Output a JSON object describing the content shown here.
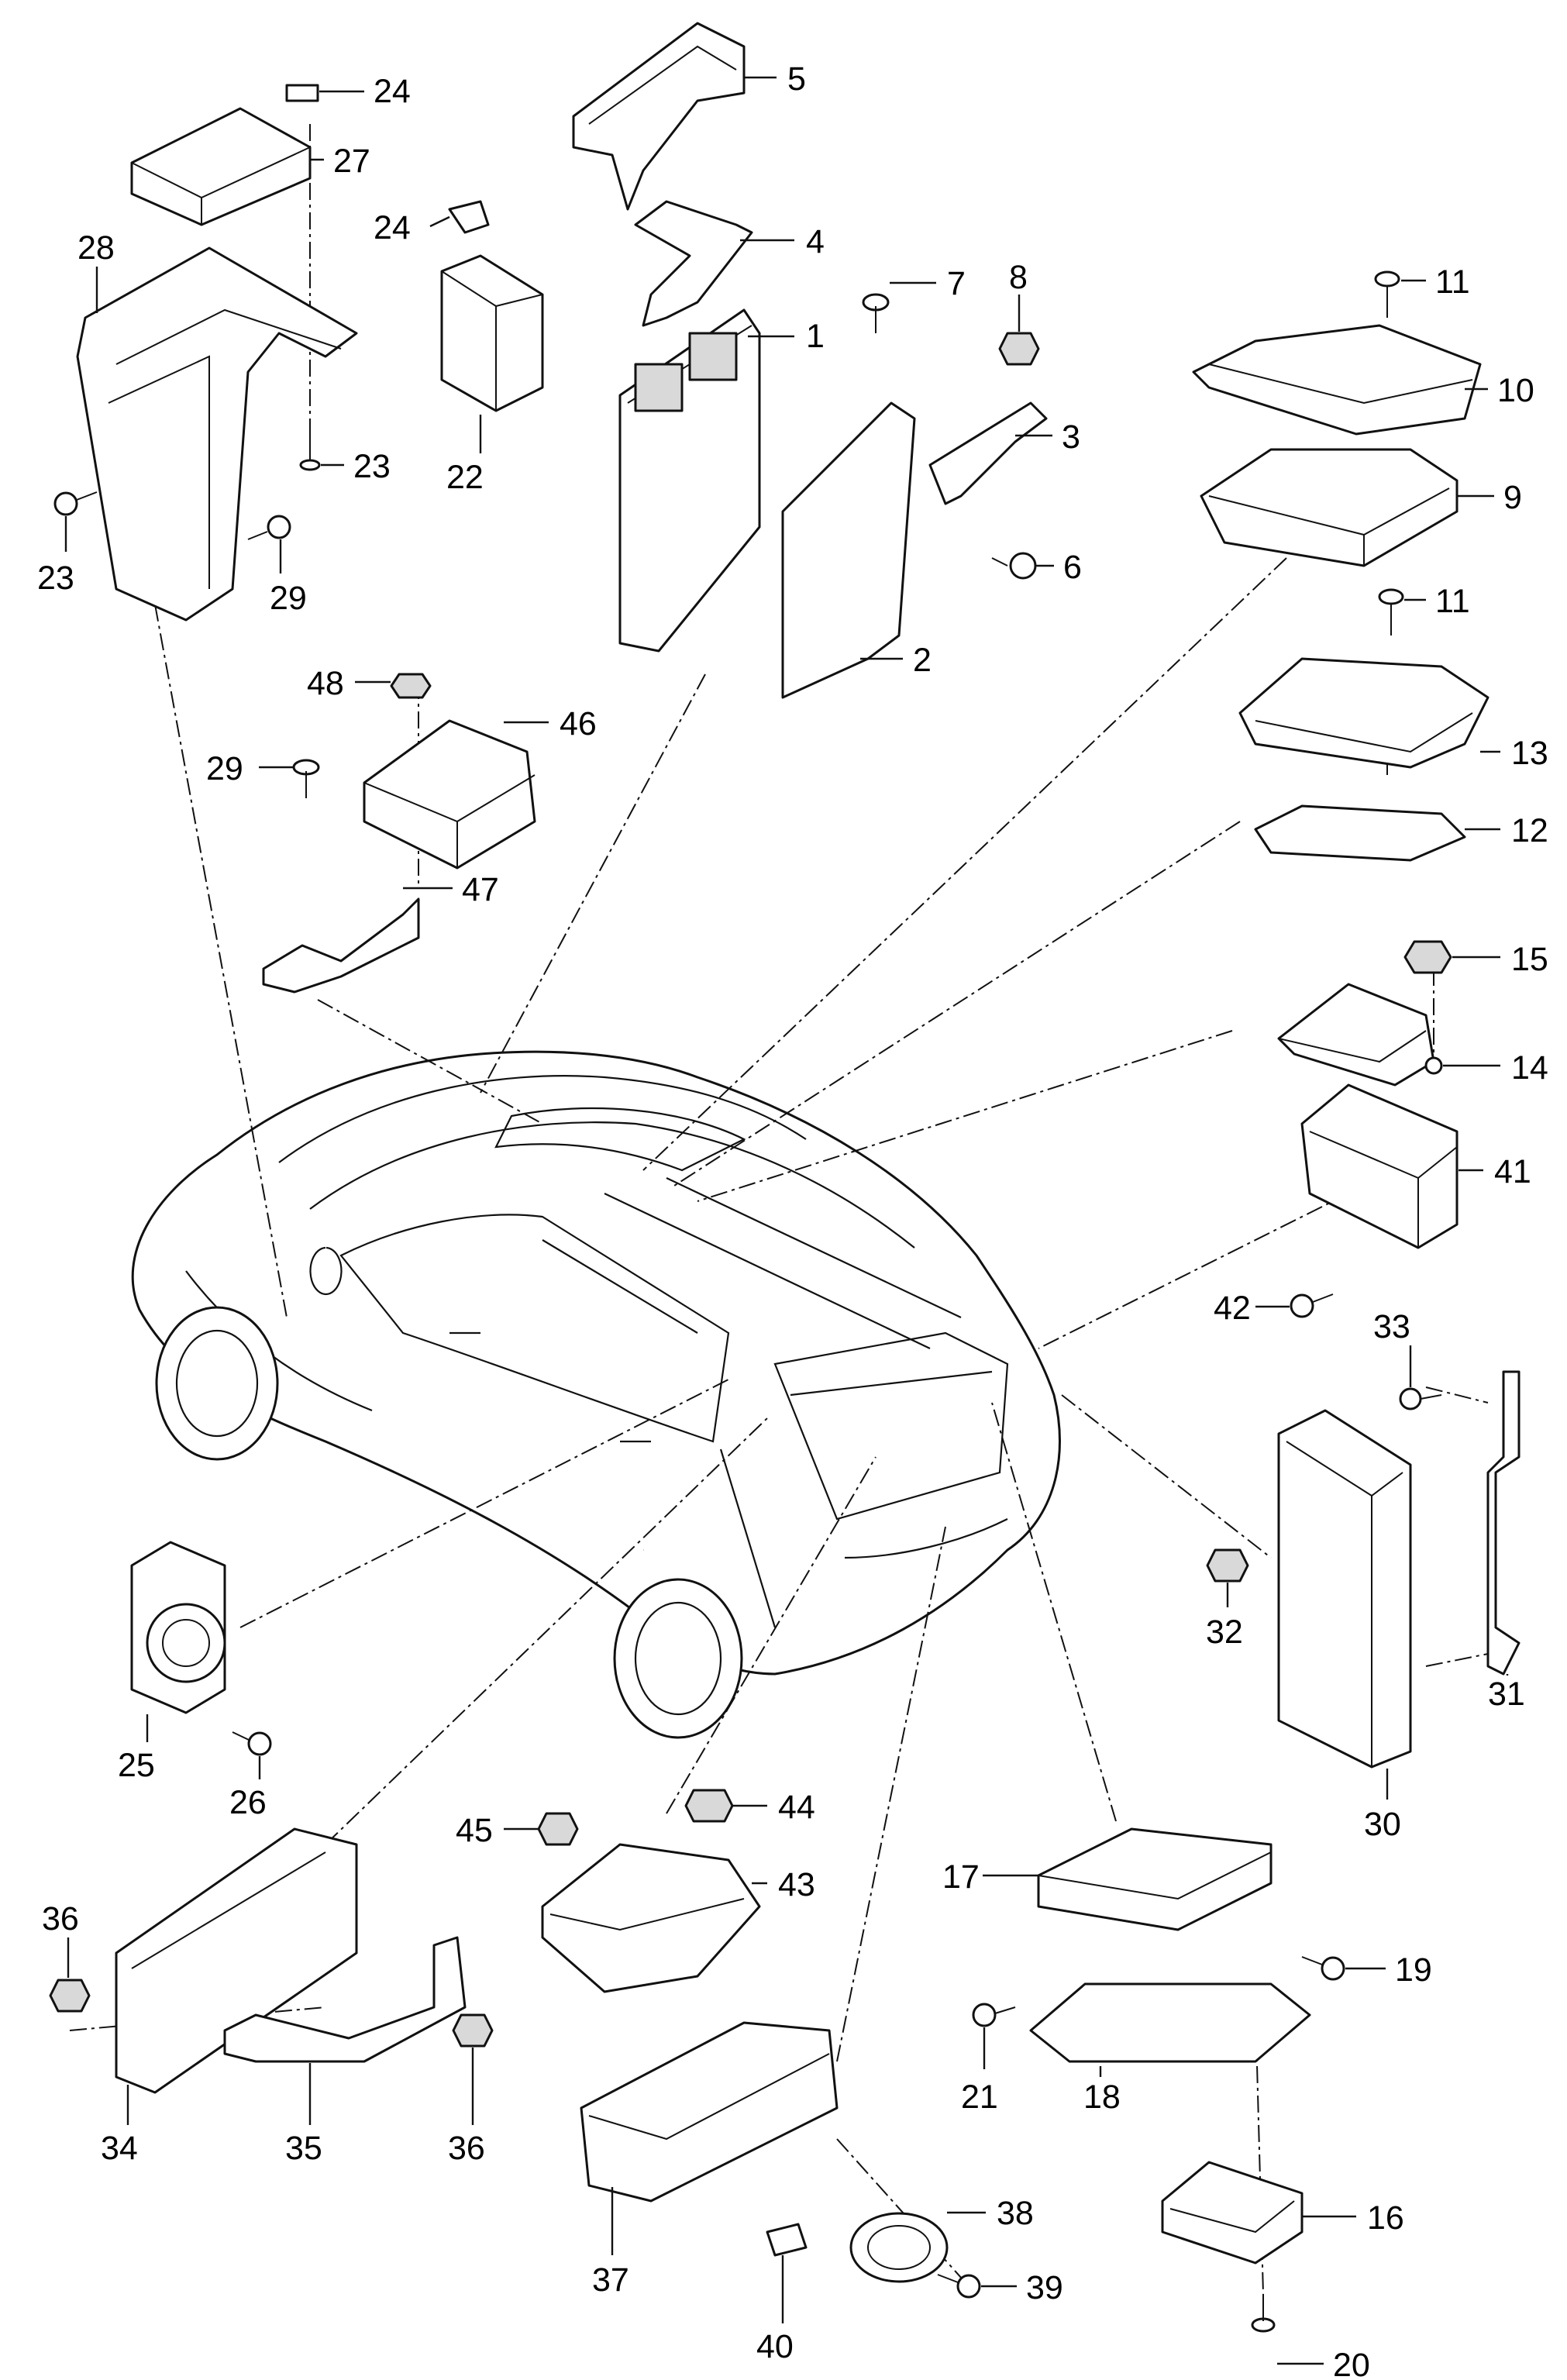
{
  "diagram": {
    "callouts": [
      {
        "id": "p1",
        "label": "1"
      },
      {
        "id": "p2",
        "label": "2"
      },
      {
        "id": "p3",
        "label": "3"
      },
      {
        "id": "p4",
        "label": "4"
      },
      {
        "id": "p5",
        "label": "5"
      },
      {
        "id": "p6",
        "label": "6"
      },
      {
        "id": "p7",
        "label": "7"
      },
      {
        "id": "p8",
        "label": "8"
      },
      {
        "id": "p9",
        "label": "9"
      },
      {
        "id": "p10",
        "label": "10"
      },
      {
        "id": "p11a",
        "label": "11"
      },
      {
        "id": "p11b",
        "label": "11"
      },
      {
        "id": "p12",
        "label": "12"
      },
      {
        "id": "p13",
        "label": "13"
      },
      {
        "id": "p14",
        "label": "14"
      },
      {
        "id": "p15",
        "label": "15"
      },
      {
        "id": "p16",
        "label": "16"
      },
      {
        "id": "p17",
        "label": "17"
      },
      {
        "id": "p18",
        "label": "18"
      },
      {
        "id": "p19",
        "label": "19"
      },
      {
        "id": "p20",
        "label": "20"
      },
      {
        "id": "p21",
        "label": "21"
      },
      {
        "id": "p22",
        "label": "22"
      },
      {
        "id": "p23a",
        "label": "23"
      },
      {
        "id": "p23b",
        "label": "23"
      },
      {
        "id": "p24a",
        "label": "24"
      },
      {
        "id": "p24b",
        "label": "24"
      },
      {
        "id": "p25",
        "label": "25"
      },
      {
        "id": "p26",
        "label": "26"
      },
      {
        "id": "p27",
        "label": "27"
      },
      {
        "id": "p28",
        "label": "28"
      },
      {
        "id": "p29a",
        "label": "29"
      },
      {
        "id": "p29b",
        "label": "29"
      },
      {
        "id": "p30",
        "label": "30"
      },
      {
        "id": "p31",
        "label": "31"
      },
      {
        "id": "p32",
        "label": "32"
      },
      {
        "id": "p33",
        "label": "33"
      },
      {
        "id": "p34",
        "label": "34"
      },
      {
        "id": "p35",
        "label": "35"
      },
      {
        "id": "p36a",
        "label": "36"
      },
      {
        "id": "p36b",
        "label": "36"
      },
      {
        "id": "p37",
        "label": "37"
      },
      {
        "id": "p38",
        "label": "38"
      },
      {
        "id": "p39",
        "label": "39"
      },
      {
        "id": "p40",
        "label": "40"
      },
      {
        "id": "p41",
        "label": "41"
      },
      {
        "id": "p42",
        "label": "42"
      },
      {
        "id": "p43",
        "label": "43"
      },
      {
        "id": "p44",
        "label": "44"
      },
      {
        "id": "p45",
        "label": "45"
      },
      {
        "id": "p46",
        "label": "46"
      },
      {
        "id": "p47",
        "label": "47"
      },
      {
        "id": "p48",
        "label": "48"
      }
    ]
  }
}
